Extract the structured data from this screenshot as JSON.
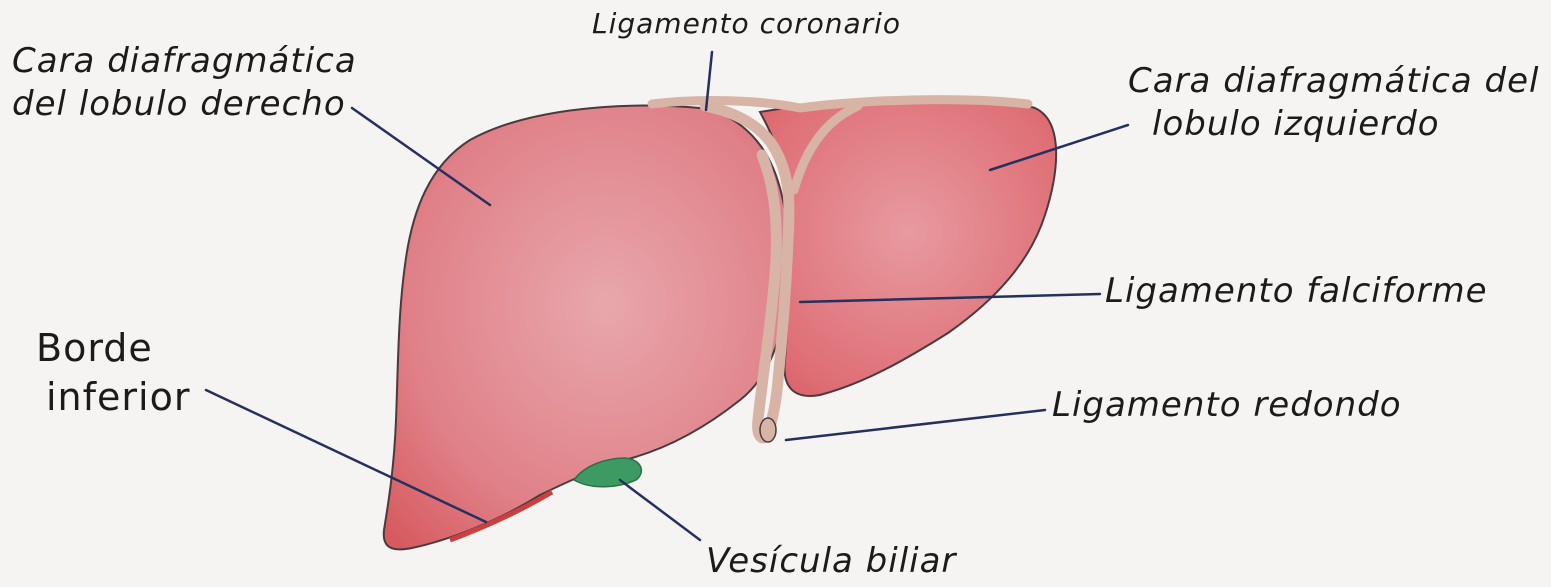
{
  "labels": {
    "ligamento_coronario": "Ligamento coronario",
    "cara_derecho_line1": "Cara diafragmática",
    "cara_derecho_line2": "del lobulo derecho",
    "cara_izquierdo_line1": "Cara diafragmática del",
    "cara_izquierdo_line2": "lobulo izquierdo",
    "ligamento_falciforme": "Ligamento falciforme",
    "ligamento_redondo": "Ligamento redondo",
    "borde_line1": "Borde",
    "borde_line2": "inferior",
    "vesicula_biliar": "Vesícula biliar"
  },
  "colors": {
    "paper": "#f6f4f2",
    "liver_light": "#e8a7ac",
    "liver_mid": "#e08088",
    "liver_dark": "#d65a5e",
    "ligament": "#d7b4a6",
    "gallbladder": "#3d9a63",
    "outline": "#4a3a3e",
    "leader": "#25305e"
  }
}
